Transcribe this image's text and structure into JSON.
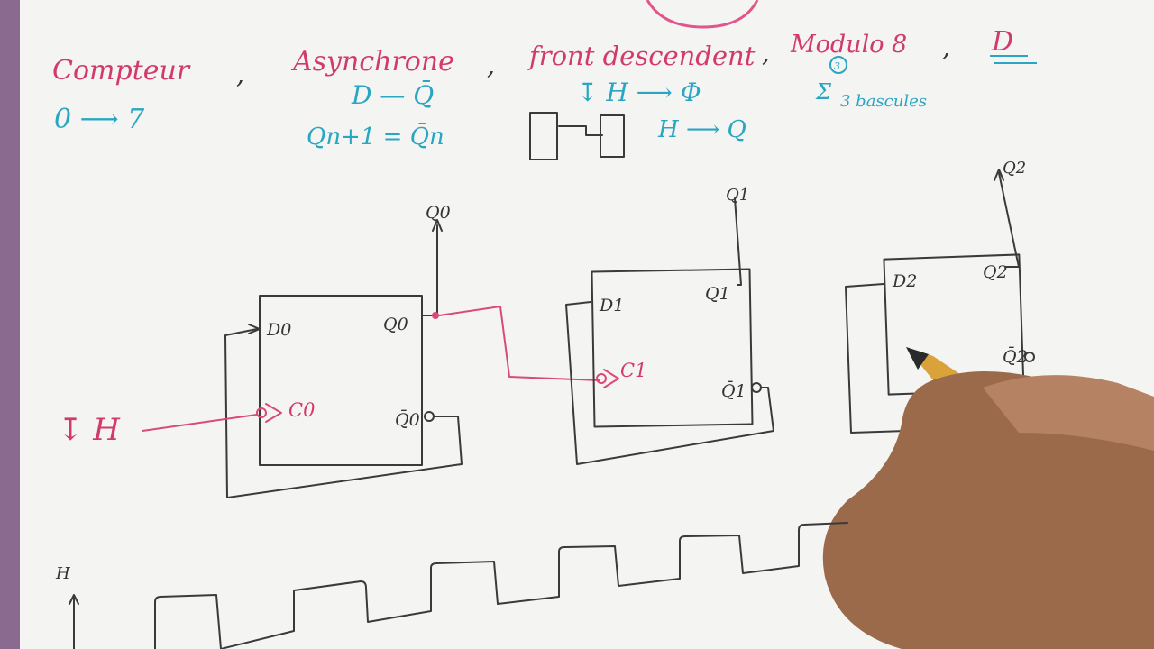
{
  "header": {
    "w1": "Compteur",
    "sep1": ",",
    "w2": "Asynchrone",
    "sep2": ",",
    "w3": "front descendent",
    "sep3": ",",
    "w4": "Modulo 8",
    "sep4": ",",
    "w5": "D"
  },
  "notes": {
    "range": "0 ⟶ 7",
    "d_qbar": "D — Q̄",
    "q_next": "Qn+1 = Q̄n",
    "h_phi": "↧ H ⟶ Φ",
    "h_q": "H ⟶ Q",
    "bascules": "3 bascules",
    "three": "3"
  },
  "flipflops": [
    {
      "d": "D0",
      "clk": "C0",
      "q": "Q0",
      "qbar": "Q̄0",
      "out": "Q0"
    },
    {
      "d": "D1",
      "clk": "C1",
      "q": "Q1",
      "qbar": "Q̄1",
      "out": "Q1"
    },
    {
      "d": "D2",
      "clk": "",
      "q": "Q2",
      "qbar": "Q̄2",
      "out": "Q2"
    }
  ],
  "clock_input": "↧ H",
  "timing": {
    "axis_label": "H"
  },
  "colors": {
    "paper": "#f4f4f2",
    "pink_ink": "#d23a6e",
    "blue_ink": "#2aa6c2",
    "pencil": "#333333"
  }
}
